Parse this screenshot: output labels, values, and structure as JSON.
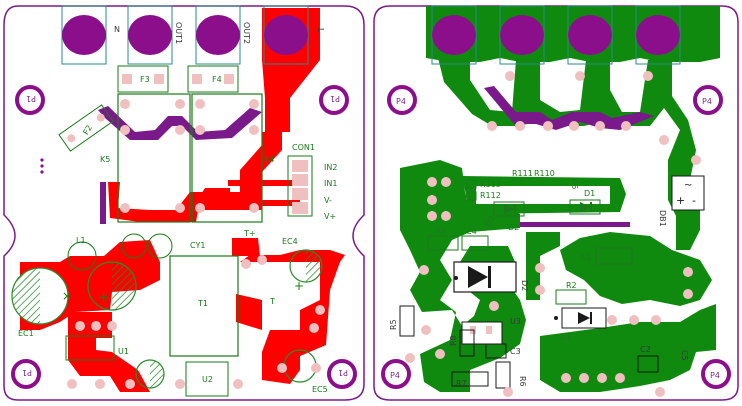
{
  "left_board": {
    "terminals": [
      "N",
      "OUT1",
      "OUT2",
      "L"
    ],
    "fuses": [
      "F3",
      "F4",
      "F2"
    ],
    "relays": [
      "K5",
      "K4"
    ],
    "connector": {
      "name": "CON1",
      "pins": [
        "IN2",
        "IN1",
        "V-",
        "V+"
      ]
    },
    "components": {
      "l1": "L1",
      "cy1": "CY1",
      "t_plus": "T+",
      "ec4": "EC4",
      "t1": "T1",
      "ec1": "EC1",
      "u1": "U1",
      "u2": "U2",
      "ec5": "EC5",
      "t_small": "T"
    },
    "mount_holes": [
      "P1",
      "P1",
      "P1",
      "P1"
    ]
  },
  "right_board": {
    "components": {
      "r113": "R113",
      "r112": "R112",
      "r111": "R111",
      "r110": "R110",
      "q2": "Q2",
      "d2_top": "D2",
      "d1_top": "D1",
      "db1": "DB1",
      "r9": "R9",
      "c4": "C4",
      "d2": "D2",
      "r1": "R1",
      "r2": "R2",
      "r5": "R5",
      "u3": "U3",
      "r8": "R8",
      "c3": "C3",
      "r7": "R7",
      "r6": "R6",
      "d1": "D1",
      "c2": "C2",
      "c5": "C5"
    },
    "bridge_symbols": [
      "~",
      "+",
      "-"
    ],
    "mount_holes": [
      "P4",
      "P4",
      "P4",
      "P4"
    ]
  },
  "colors": {
    "outline": "#7a1a8a",
    "copper_top": "#ff0000",
    "copper_bottom": "#0f8a0f",
    "silkscreen": "#1a7a1a",
    "pad_purple": "#8b0f8b",
    "pad_pink": "#f0c0c0",
    "hatch": "#2a8a2a"
  }
}
